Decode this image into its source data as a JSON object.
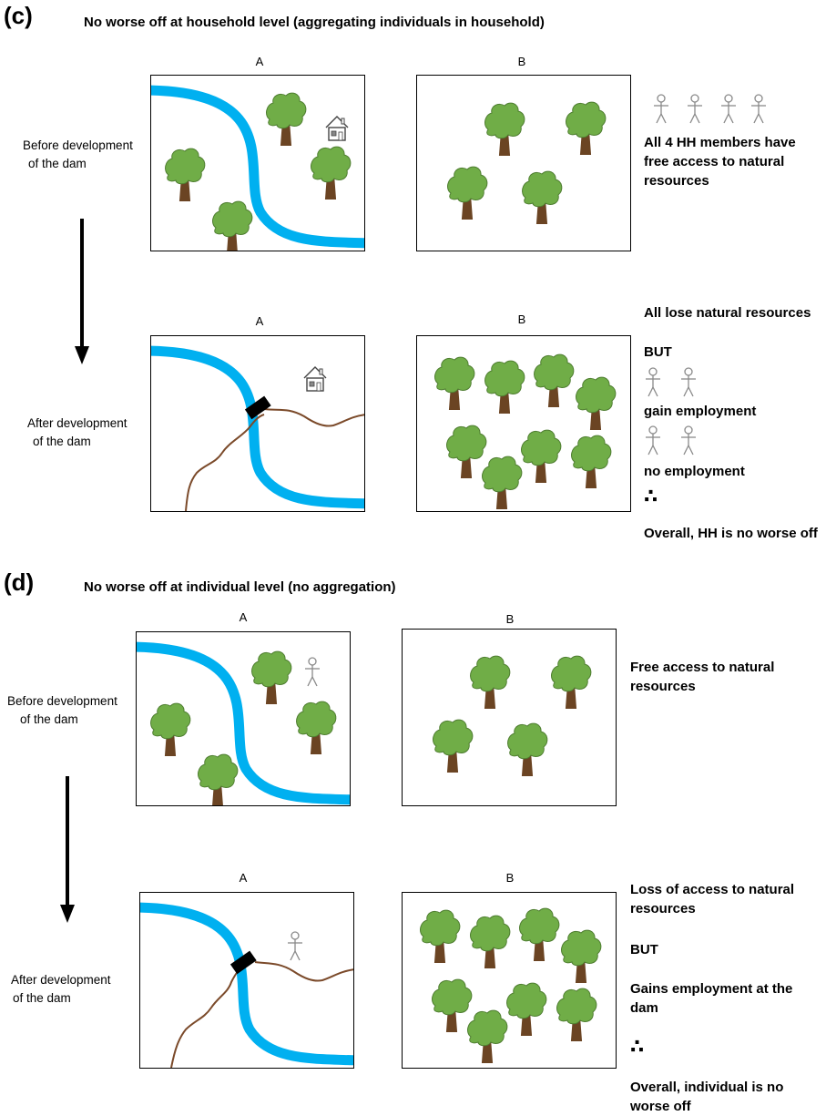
{
  "panel_c": {
    "tag": "(c)",
    "heading": "No worse off at household level (aggregating individuals in household)",
    "label_a_before": "A",
    "label_b_before": "B",
    "label_a_after": "A",
    "label_b_after": "B",
    "before_stage": [
      "Before development",
      "of the dam"
    ],
    "after_stage": [
      "After development",
      "of the dam"
    ],
    "before_note": [
      "All 4 HH members have",
      "free access to natural",
      "resources"
    ],
    "after_lose": "All lose natural resources",
    "after_but": "BUT",
    "after_gain": "gain employment",
    "after_no": "no employment",
    "therefore_symbol": "∴",
    "after_overall": "Overall, HH is no worse off"
  },
  "panel_d": {
    "tag": "(d)",
    "heading": "No worse off at individual level (no aggregation)",
    "label_a_before": "A",
    "label_b_before": "B",
    "label_a_after": "A",
    "label_b_after": "B",
    "before_stage": [
      "Before development",
      "of the dam"
    ],
    "after_stage": [
      "After development",
      "of the dam"
    ],
    "before_note": [
      "Free access to natural",
      "resources"
    ],
    "after_loss": [
      "Loss of access to natural",
      "resources"
    ],
    "after_but": "BUT",
    "after_gains": [
      "Gains employment at the",
      "dam"
    ],
    "therefore_symbol": "∴",
    "after_overall": [
      "Overall, individual is no",
      "worse off"
    ]
  },
  "colors": {
    "river": "#00b0f0",
    "tree_canopy": "#70ad47",
    "tree_trunk": "#6b4423",
    "road": "#7b4a2a",
    "dam": "#000000"
  }
}
